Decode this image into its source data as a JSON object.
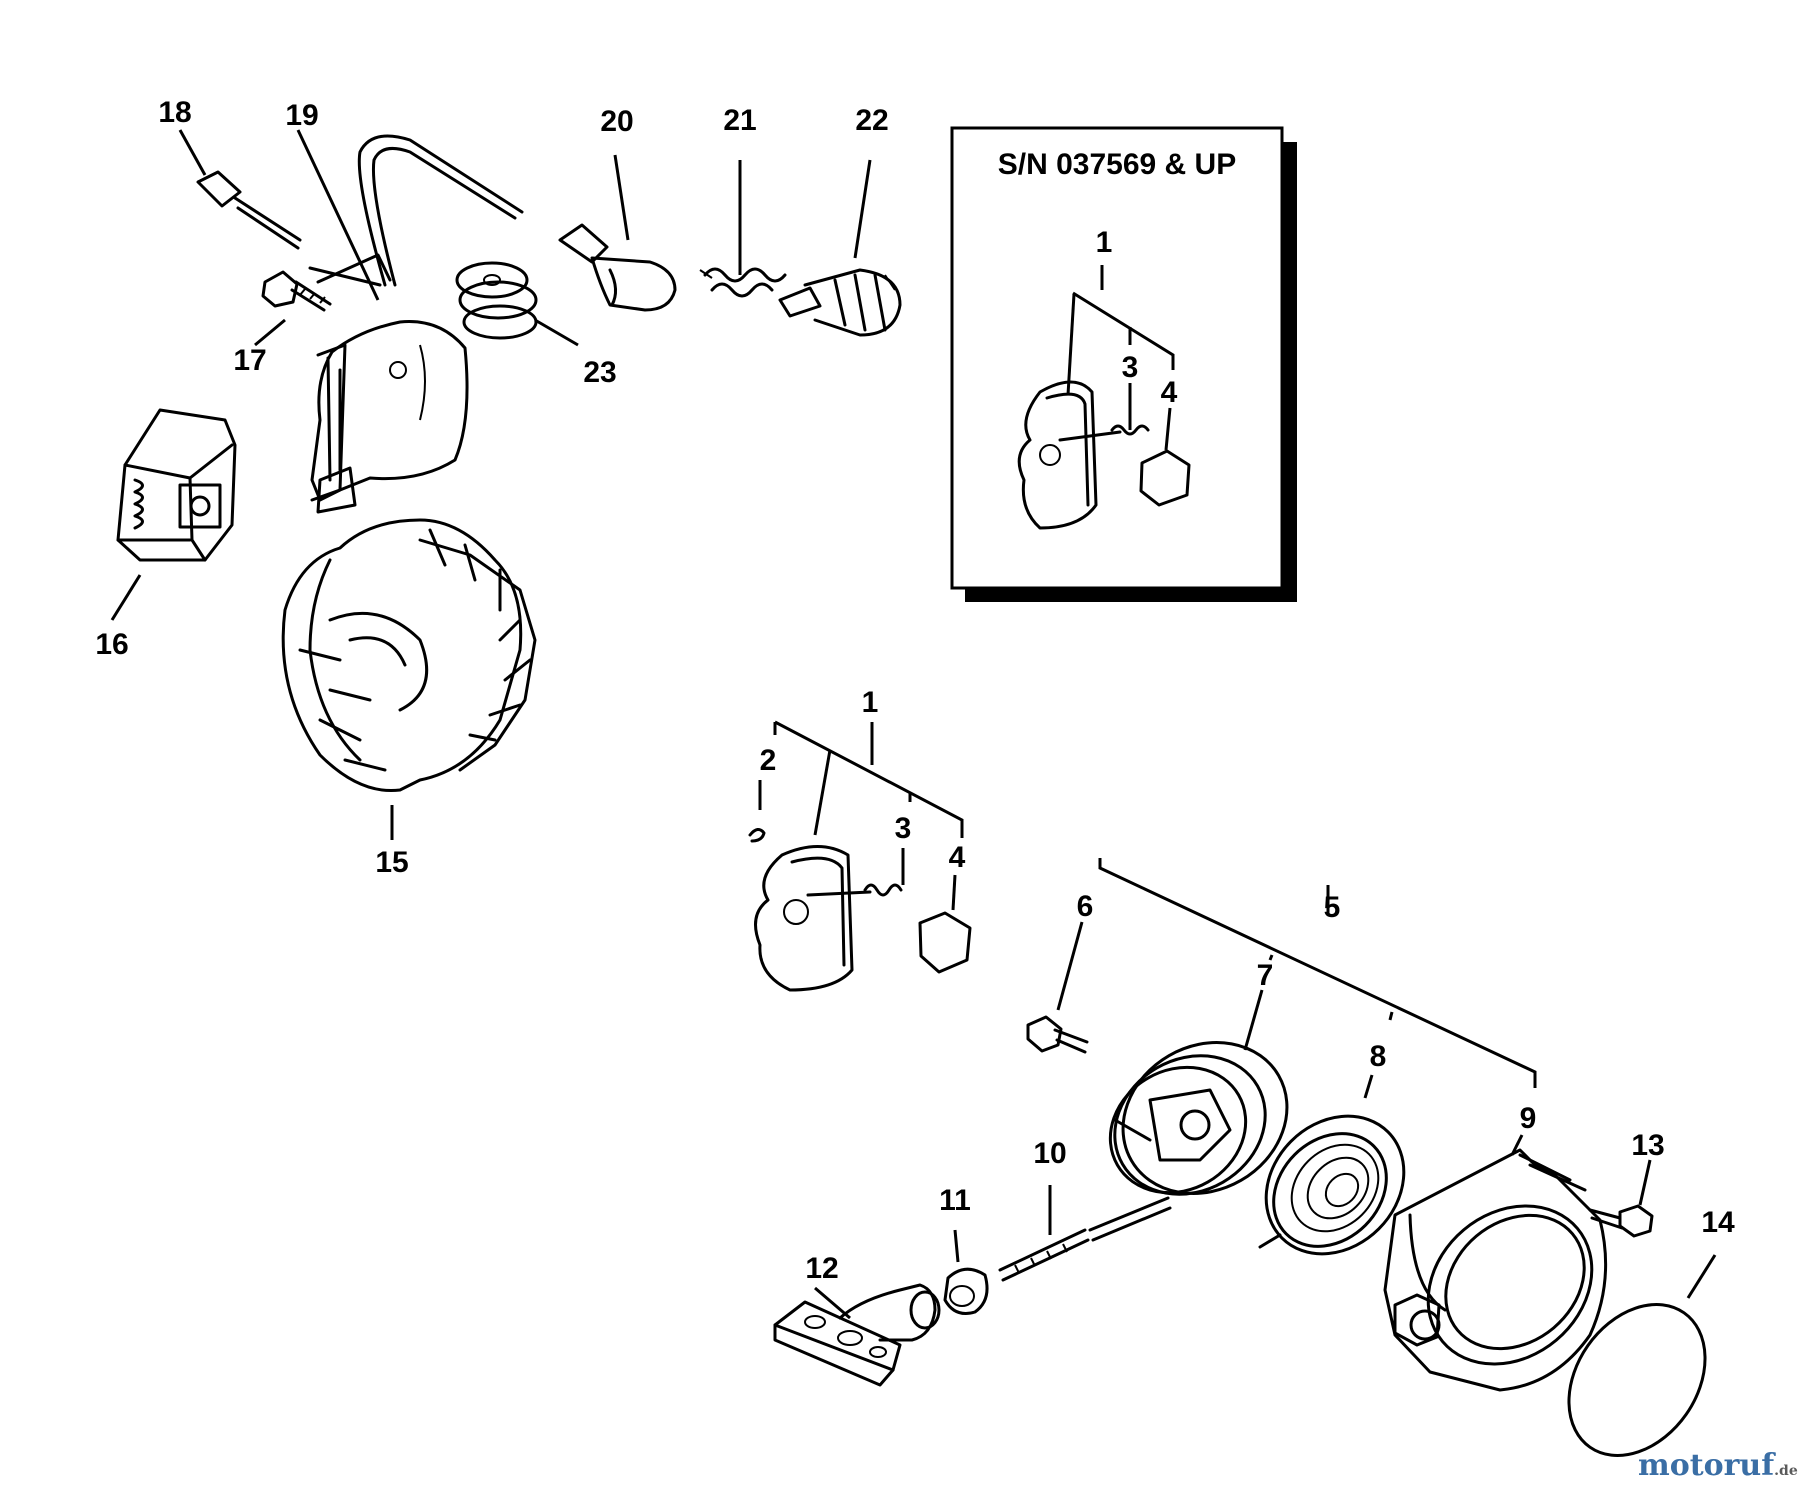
{
  "inset": {
    "title": "S/N 037569 & UP"
  },
  "labels": {
    "l1_inset": "1",
    "l3_inset": "3",
    "l4_inset": "4",
    "l1": "1",
    "l2": "2",
    "l3": "3",
    "l4": "4",
    "l5": "5",
    "l6": "6",
    "l7": "7",
    "l8": "8",
    "l9": "9",
    "l10": "10",
    "l11": "11",
    "l12": "12",
    "l13": "13",
    "l14": "14",
    "l15": "15",
    "l16": "16",
    "l17": "17",
    "l18": "18",
    "l19": "19",
    "l20": "20",
    "l21": "21",
    "l22": "22",
    "l23": "23"
  },
  "watermark": {
    "main": "motoruf",
    "suffix": ".de"
  },
  "colors": {
    "ink": "#000000",
    "background": "#ffffff",
    "logo": [
      "#3a6ea5",
      "#d9534f",
      "#5cb85c",
      "#f0ad4e"
    ]
  }
}
